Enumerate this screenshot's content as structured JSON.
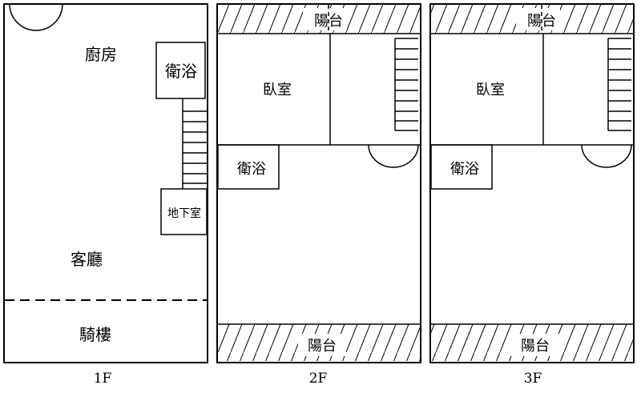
{
  "floors": {
    "f1": {
      "name": "1F",
      "rooms": {
        "kitchen": "廚房",
        "bath": "衛浴",
        "basement": "地下室",
        "living": "客廳",
        "arcade": "騎樓"
      }
    },
    "f2": {
      "name": "2F",
      "rooms": {
        "balcony_top": "陽台",
        "bedroom": "臥室",
        "bath": "衛浴",
        "balcony_bottom": "陽台"
      }
    },
    "f3": {
      "name": "3F",
      "rooms": {
        "balcony_top": "陽台",
        "bedroom": "臥室",
        "bath": "衛浴",
        "balcony_bottom": "陽台"
      }
    }
  }
}
